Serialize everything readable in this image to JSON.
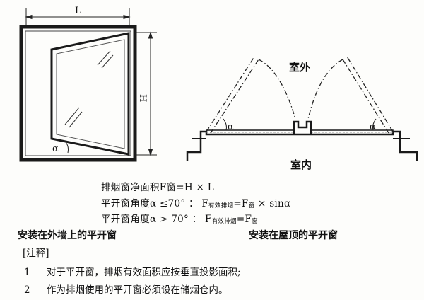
{
  "diagram_left": {
    "dim_width": "L",
    "dim_height": "H",
    "angle_label": "α"
  },
  "diagram_right": {
    "outdoor_label": "室外",
    "indoor_label": "室内",
    "angle_left": "α",
    "angle_right": "α"
  },
  "formulas": {
    "line1": "排烟窗净面积F窗=H × L",
    "line2_prefix": "平开窗角度α ≤70° ：",
    "line2_f": "F",
    "line2_sub": "有效排烟",
    "line2_mid": "=F",
    "line2_sub2": "窗",
    "line2_suffix": " × sinα",
    "line3_prefix": "平开窗角度α > 70° ：",
    "line3_f": "F",
    "line3_sub": "有效排烟",
    "line3_mid": "=F",
    "line3_sub2": "窗"
  },
  "captions": {
    "left": "安装在外墙上的平开窗",
    "right": "安装在屋顶的平开窗"
  },
  "notes": {
    "heading": "[注释]",
    "items": [
      {
        "num": "1",
        "text": "对于平开窗，排烟有效面积应按垂直投影面积;"
      },
      {
        "num": "2",
        "text": "作为排烟使用的平开窗必须设在储烟仓内。"
      }
    ]
  }
}
